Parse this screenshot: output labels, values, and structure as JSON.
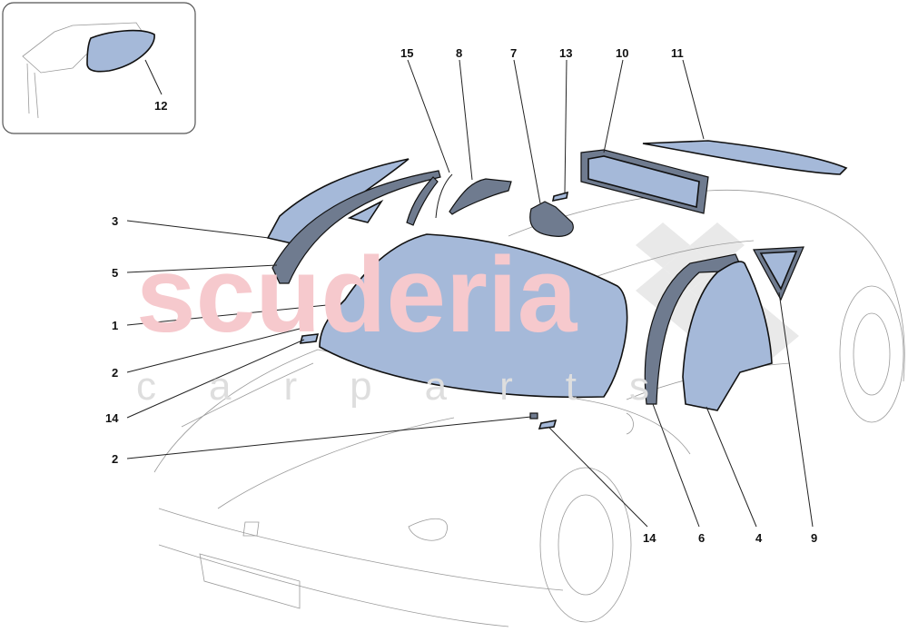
{
  "diagram": {
    "watermark": {
      "brand": "scuderia",
      "sub": "carparts",
      "brand_color": "#f3b9bf",
      "checker_color": "#dcdcdc"
    },
    "glass_color": "#a5b9d9",
    "inset_label": "12",
    "callouts": [
      "15",
      "8",
      "7",
      "13",
      "10",
      "11",
      "3",
      "5",
      "1",
      "2",
      "14",
      "2",
      "14",
      "6",
      "4",
      "9"
    ]
  }
}
